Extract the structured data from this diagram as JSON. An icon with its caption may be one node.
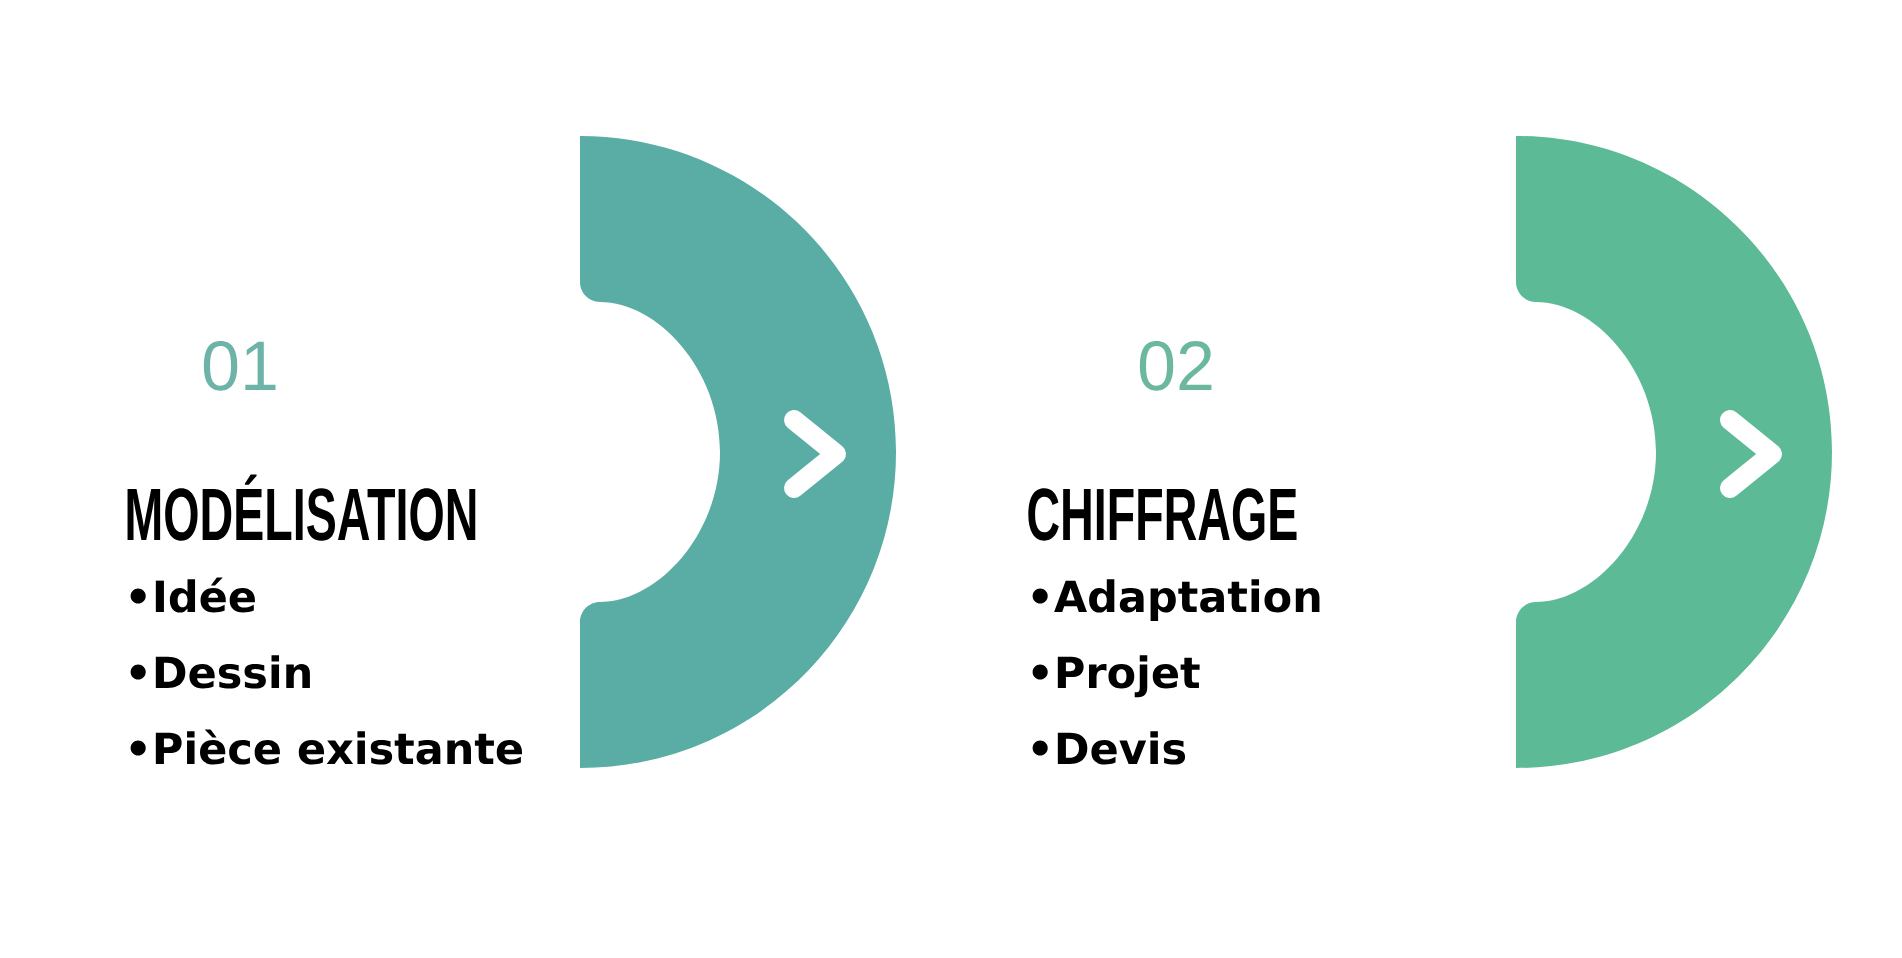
{
  "diagram": {
    "nodes": [
      {
        "text": [
          "01",
          "MODÉLISATION",
          "•Idée",
          "•Dessin",
          "•Pièce existante"
        ]
      },
      {
        "text": [],
        "shape": "arc"
      },
      {
        "text": [
          "02",
          "CHIFFRAGE",
          "•Adaptation",
          "•Projet",
          "•Devis"
        ]
      },
      {
        "text": [],
        "shape": "arc"
      }
    ]
  }
}
